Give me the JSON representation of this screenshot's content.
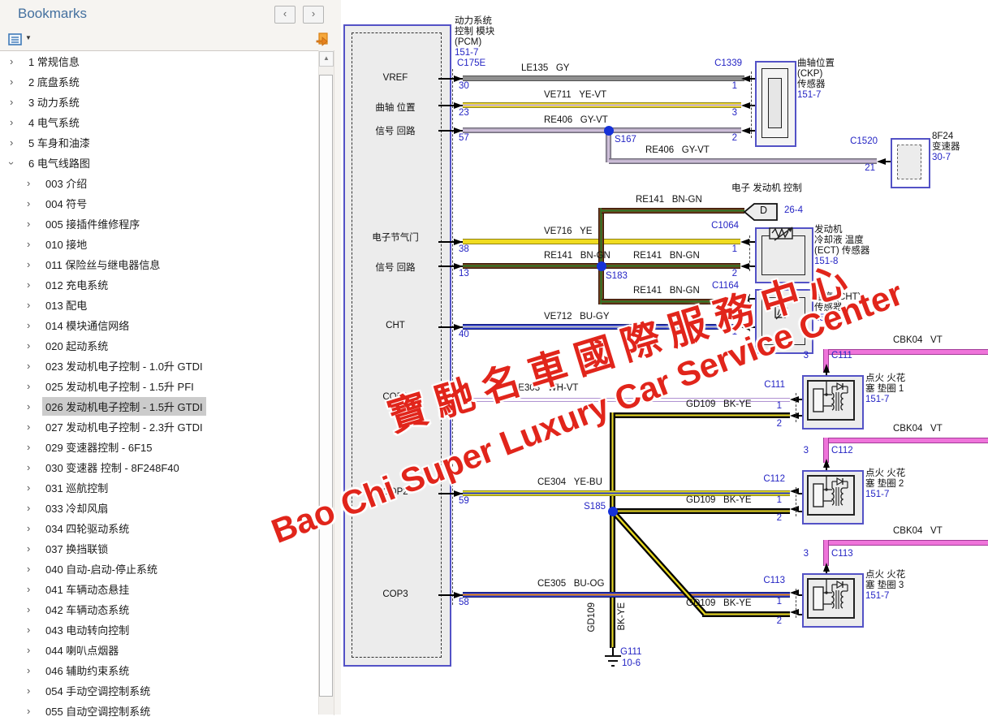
{
  "colors": {
    "accent_blue": "#2424c4",
    "watermark_red": "#e1251b",
    "selection_gray": "#cbcbcb",
    "panel_title_blue": "#44709f",
    "splice_blue": "#1531d8"
  },
  "panel": {
    "title": "Bookmarks",
    "nav_back": "‹",
    "nav_forward": "›",
    "items": [
      {
        "label": "1 常规信息",
        "level": 1
      },
      {
        "label": "2 底盘系统",
        "level": 1
      },
      {
        "label": "3 动力系统",
        "level": 1
      },
      {
        "label": "4 电气系统",
        "level": 1
      },
      {
        "label": "5 车身和油漆",
        "level": 1
      },
      {
        "label": "6 电气线路图",
        "level": 1,
        "expanded": true
      },
      {
        "label": "003 介绍",
        "level": 2
      },
      {
        "label": "004 符号",
        "level": 2
      },
      {
        "label": "005 接插件维修程序",
        "level": 2
      },
      {
        "label": "010 接地",
        "level": 2
      },
      {
        "label": "011 保险丝与继电器信息",
        "level": 2
      },
      {
        "label": "012 充电系统",
        "level": 2
      },
      {
        "label": "013 配电",
        "level": 2
      },
      {
        "label": "014 模块通信网络",
        "level": 2
      },
      {
        "label": "020 起动系统",
        "level": 2
      },
      {
        "label": "023 发动机电子控制 - 1.0升 GTDI",
        "level": 2
      },
      {
        "label": "025 发动机电子控制 - 1.5升 PFI",
        "level": 2
      },
      {
        "label": "026 发动机电子控制 - 1.5升 GTDI",
        "level": 2,
        "selected": true
      },
      {
        "label": "027 发动机电子控制 - 2.3升 GTDI",
        "level": 2
      },
      {
        "label": "029 变速器控制 - 6F15",
        "level": 2
      },
      {
        "label": "030 变速器 控制 - 8F248F40",
        "level": 2
      },
      {
        "label": "031 巡航控制",
        "level": 2
      },
      {
        "label": "033 冷却风扇",
        "level": 2
      },
      {
        "label": "034 四轮驱动系统",
        "level": 2
      },
      {
        "label": "037 换挡联锁",
        "level": 2
      },
      {
        "label": "040 自动-启动-停止系统",
        "level": 2
      },
      {
        "label": "041 车辆动态悬挂",
        "level": 2
      },
      {
        "label": "042 车辆动态系统",
        "level": 2
      },
      {
        "label": "043 电动转向控制",
        "level": 2
      },
      {
        "label": "044 喇叭点烟器",
        "level": 2
      },
      {
        "label": "046 辅助约束系统",
        "level": 2
      },
      {
        "label": "054 手动空调控制系统",
        "level": 2
      },
      {
        "label": "055 自动空调控制系统",
        "level": 2
      }
    ]
  },
  "diagram": {
    "pcm": {
      "l1": "动力系统",
      "l2": "控制 模块",
      "l3": "(PCM)",
      "page": "151-7",
      "connector": "C175E",
      "rows": [
        {
          "label": "VREF",
          "pin": "30"
        },
        {
          "label": "曲轴 位置",
          "pin": "23"
        },
        {
          "label": "信号 回路",
          "pin": "57"
        },
        {
          "label": "电子节气门",
          "pin": "38"
        },
        {
          "label": "信号 回路",
          "pin": "13"
        },
        {
          "label": "CHT",
          "pin": "40"
        },
        {
          "label": "COP1",
          "pin": ""
        },
        {
          "label": "COP2",
          "pin": "59"
        },
        {
          "label": "COP3",
          "pin": "58"
        }
      ]
    },
    "wires": {
      "le135": "LE135   GY",
      "ve711": "VE711   YE-VT",
      "re406": "RE406   GY-VT",
      "ve716": "VE716   YE",
      "re141": "RE141   BN-GN",
      "ve712": "VE712   BU-GY",
      "ce303": "CE303   WH-VT",
      "ce304": "CE304   YE-BU",
      "ce305": "CE305   BU-OG",
      "gd109": "GD109   BK-YE",
      "gd109_name": "GD109",
      "gd109_color": "BK-YE",
      "cbk04": "CBK04   VT"
    },
    "splices": {
      "s167": "S167",
      "s183": "S183",
      "s185": "S185"
    },
    "ckp": {
      "conn": "C1339",
      "pin1": "1",
      "pin3": "3",
      "pin2": "2",
      "l1": "曲轴位置",
      "l2": "(CKP)",
      "l3": "传感器",
      "page": "151-7"
    },
    "trans": {
      "conn": "C1520",
      "pin": "21",
      "name": "8F24",
      "l2": "变速器",
      "page": "30-7"
    },
    "dref": {
      "title": "电子 发动机 控制",
      "letter": "D",
      "page": "26-4"
    },
    "ect": {
      "conn": "C1064",
      "pin1": "1",
      "pin2": "2",
      "l1": "发动机",
      "l2": "冷却液 温度",
      "l3": "(ECT) 传感器",
      "page": "151-8"
    },
    "cht": {
      "conn": "C1164",
      "pin2": "2",
      "pin1": "1",
      "l1": "温度 (CHT)",
      "l2": "传感器",
      "page": "151-8"
    },
    "coils": [
      {
        "conn": "C111",
        "top_pin": "3",
        "pin1": "1",
        "pin2": "2",
        "l1": "点火 火花",
        "l2": "塞 垫圈 1",
        "page": "151-7"
      },
      {
        "conn": "C112",
        "top_pin": "3",
        "pin1": "1",
        "pin2": "2",
        "l1": "点火 火花",
        "l2": "塞 垫圈 2",
        "page": "151-7"
      },
      {
        "conn": "C113",
        "top_pin": "3",
        "pin1": "1",
        "pin2": "2",
        "l1": "点火 火花",
        "l2": "塞 垫圈 3",
        "page": "151-7"
      }
    ],
    "ground": {
      "name": "G111",
      "page": "10-6"
    }
  },
  "watermark": {
    "cn": "寶馳名車國際服務中心",
    "en": "Bao Chi Super Luxury Car Service Center"
  }
}
